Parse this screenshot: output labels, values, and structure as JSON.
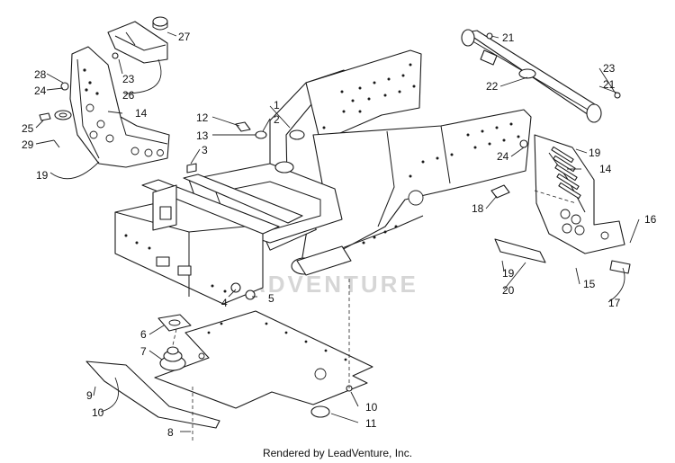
{
  "watermark": "ADVENTURE",
  "footer": "Rendered by LeadVenture, Inc.",
  "callouts": [
    {
      "id": "c-27",
      "text": "27"
    },
    {
      "id": "c-28",
      "text": "28"
    },
    {
      "id": "c-24a",
      "text": "24"
    },
    {
      "id": "c-23a",
      "text": "23"
    },
    {
      "id": "c-26",
      "text": "26"
    },
    {
      "id": "c-14a",
      "text": "14"
    },
    {
      "id": "c-25",
      "text": "25"
    },
    {
      "id": "c-29",
      "text": "29"
    },
    {
      "id": "c-19a",
      "text": "19"
    },
    {
      "id": "c-12",
      "text": "12"
    },
    {
      "id": "c-13",
      "text": "13"
    },
    {
      "id": "c-1",
      "text": "1"
    },
    {
      "id": "c-2",
      "text": "2"
    },
    {
      "id": "c-3",
      "text": "3"
    },
    {
      "id": "c-21a",
      "text": "21"
    },
    {
      "id": "c-22",
      "text": "22"
    },
    {
      "id": "c-23b",
      "text": "23"
    },
    {
      "id": "c-21b",
      "text": "21"
    },
    {
      "id": "c-19b",
      "text": "19"
    },
    {
      "id": "c-24b",
      "text": "24"
    },
    {
      "id": "c-14b",
      "text": "14"
    },
    {
      "id": "c-18",
      "text": "18"
    },
    {
      "id": "c-16",
      "text": "16"
    },
    {
      "id": "c-19c",
      "text": "19"
    },
    {
      "id": "c-20",
      "text": "20"
    },
    {
      "id": "c-15",
      "text": "15"
    },
    {
      "id": "c-17",
      "text": "17"
    },
    {
      "id": "c-4",
      "text": "4"
    },
    {
      "id": "c-5",
      "text": "5"
    },
    {
      "id": "c-6",
      "text": "6"
    },
    {
      "id": "c-7",
      "text": "7"
    },
    {
      "id": "c-9",
      "text": "9"
    },
    {
      "id": "c-10a",
      "text": "10"
    },
    {
      "id": "c-10b",
      "text": "10"
    },
    {
      "id": "c-11",
      "text": "11"
    },
    {
      "id": "c-8",
      "text": "8"
    }
  ]
}
